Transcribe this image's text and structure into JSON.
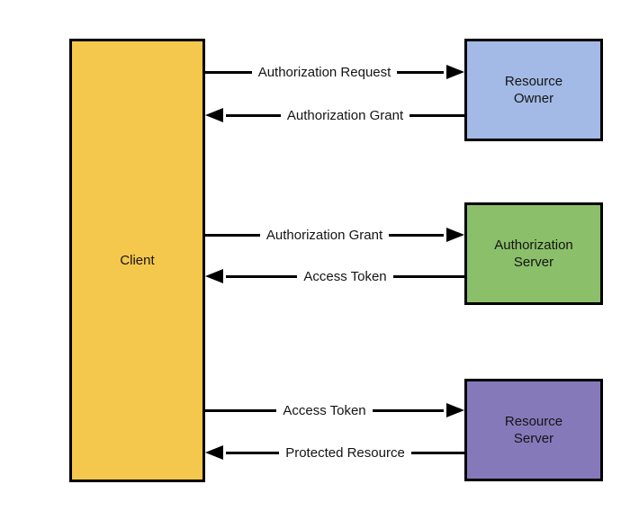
{
  "diagram": {
    "type": "oauth-abstract-flow",
    "background": "#ffffff",
    "line_color": "#000000",
    "text_color": "#141414"
  },
  "nodes": {
    "client": {
      "label": "Client",
      "color": "#f4c84d"
    },
    "resource_owner": {
      "label": "Resource\nOwner",
      "color": "#a3b9e6"
    },
    "authorization_server": {
      "label": "Authorization\nServer",
      "color": "#8bbf6a"
    },
    "resource_server": {
      "label": "Resource\nServer",
      "color": "#8679ba"
    }
  },
  "arrows": [
    {
      "label": "Authorization Request",
      "direction": "right",
      "from": "Client",
      "to": "Resource Owner"
    },
    {
      "label": "Authorization Grant",
      "direction": "left",
      "from": "Resource Owner",
      "to": "Client"
    },
    {
      "label": "Authorization Grant",
      "direction": "right",
      "from": "Client",
      "to": "Authorization Server"
    },
    {
      "label": "Access Token",
      "direction": "left",
      "from": "Authorization Server",
      "to": "Client"
    },
    {
      "label": "Access Token",
      "direction": "right",
      "from": "Client",
      "to": "Resource Server"
    },
    {
      "label": "Protected Resource",
      "direction": "left",
      "from": "Resource Server",
      "to": "Client"
    }
  ]
}
